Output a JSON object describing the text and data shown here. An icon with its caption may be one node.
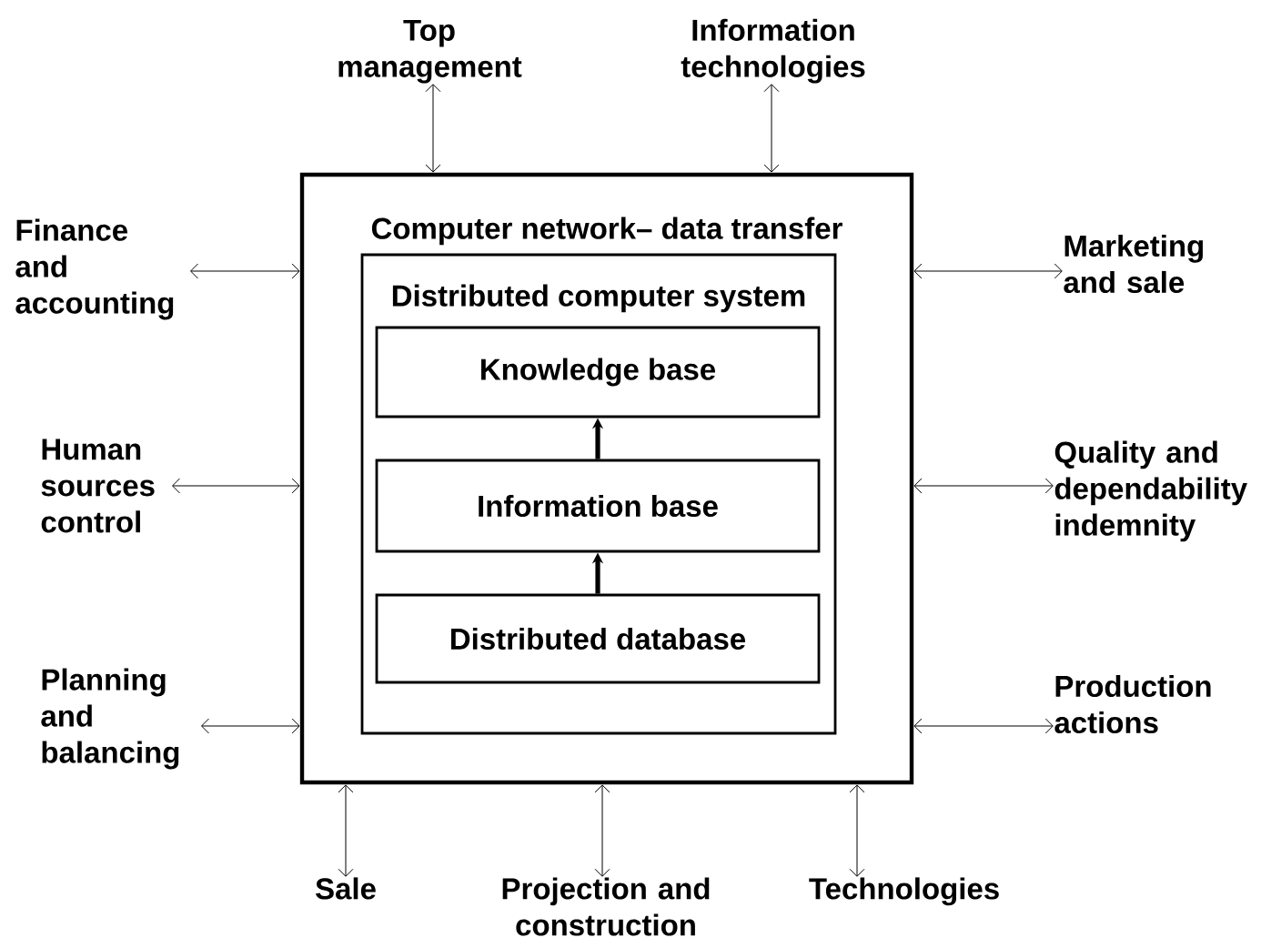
{
  "diagram": {
    "nodes": [
      {
        "text": [
          "Computer network– data transfer"
        ]
      },
      {
        "text": [
          "Distributed computer system"
        ],
        "in": 0
      },
      {
        "text": [
          "Knowledge base"
        ],
        "in": 1
      },
      {
        "text": [
          "Information base"
        ],
        "in": 1
      },
      {
        "text": [
          "Distributed database"
        ],
        "in": 1
      },
      {
        "text": [
          "Top management"
        ]
      },
      {
        "text": [
          "Information technologies"
        ]
      },
      {
        "text": [
          "Finance and accounting"
        ]
      },
      {
        "text": [
          "Marketing and sale"
        ]
      },
      {
        "text": [
          "Human sources control"
        ]
      },
      {
        "text": [
          "Quality and dependability indemnity"
        ]
      },
      {
        "text": [
          "Planning and balancing"
        ]
      },
      {
        "text": [
          "Production actions"
        ]
      },
      {
        "text": [
          "Sale"
        ]
      },
      {
        "text": [
          "Projection and construction"
        ]
      },
      {
        "text": [
          "Technologies"
        ]
      }
    ],
    "edges": [
      {
        "from": 3,
        "to": 2,
        "arrow": "to",
        "style": "thick"
      },
      {
        "from": 4,
        "to": 3,
        "arrow": "to",
        "style": "thick"
      },
      {
        "from": 5,
        "to": 0,
        "arrow": "both"
      },
      {
        "from": 6,
        "to": 0,
        "arrow": "both"
      },
      {
        "from": 7,
        "to": 0,
        "arrow": "both"
      },
      {
        "from": 8,
        "to": 0,
        "arrow": "both"
      },
      {
        "from": 9,
        "to": 0,
        "arrow": "both"
      },
      {
        "from": 10,
        "to": 0,
        "arrow": "both"
      },
      {
        "from": 11,
        "to": 0,
        "arrow": "both"
      },
      {
        "from": 12,
        "to": 0,
        "arrow": "both"
      },
      {
        "from": 13,
        "to": 0,
        "arrow": "both"
      },
      {
        "from": 14,
        "to": 0,
        "arrow": "both"
      },
      {
        "from": 15,
        "to": 0,
        "arrow": "both"
      }
    ]
  }
}
